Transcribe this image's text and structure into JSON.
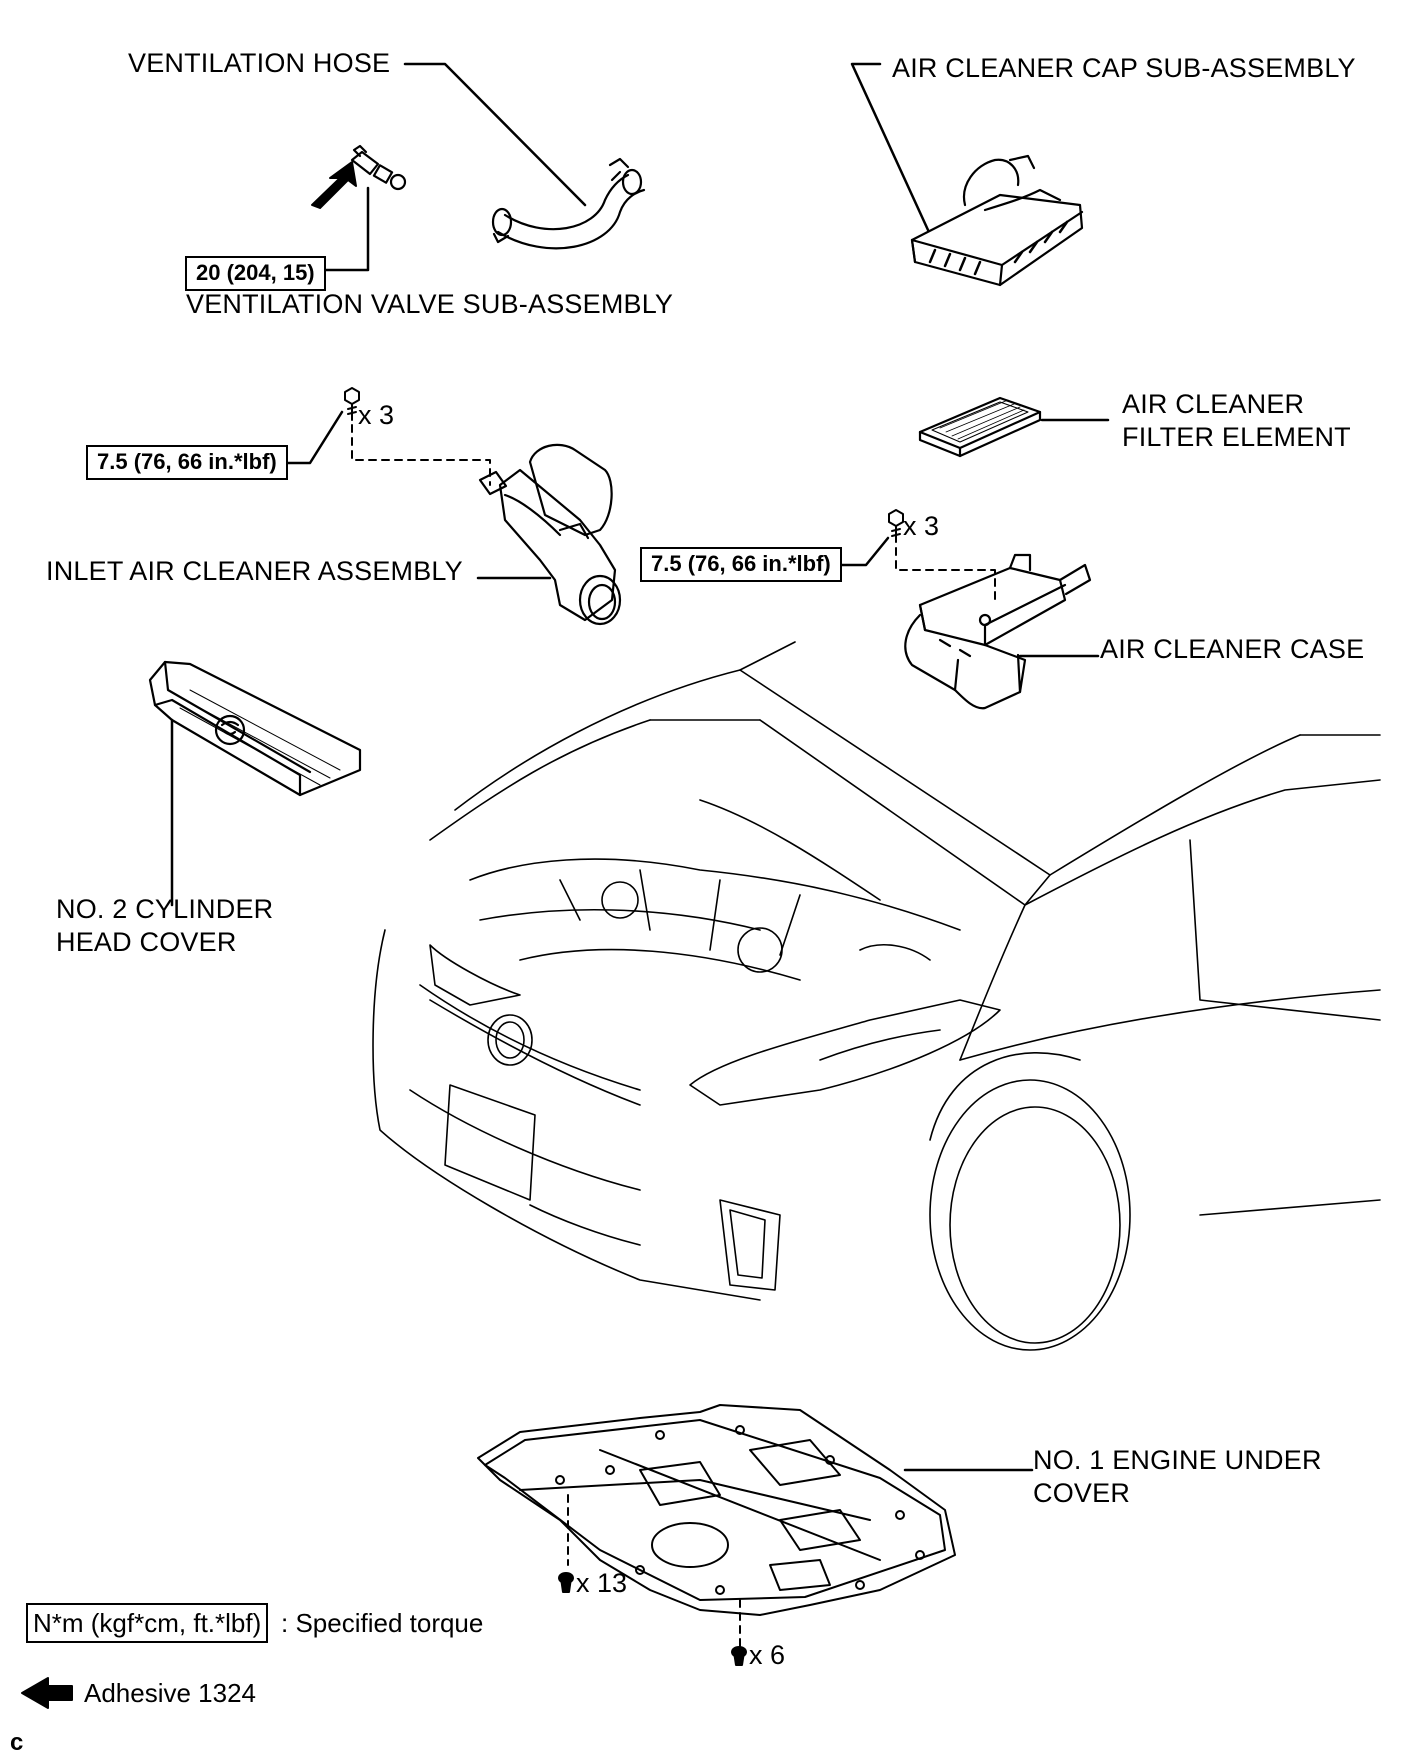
{
  "labels": {
    "ventilation_hose": "VENTILATION HOSE",
    "air_cleaner_cap": "AIR CLEANER CAP SUB-ASSEMBLY",
    "ventilation_valve": "VENTILATION VALVE SUB-ASSEMBLY",
    "air_cleaner_filter_1": "AIR CLEANER",
    "air_cleaner_filter_2": "FILTER ELEMENT",
    "inlet_air_cleaner": "INLET AIR CLEANER ASSEMBLY",
    "air_cleaner_case": "AIR CLEANER CASE",
    "cylinder_head_cover_1": "NO. 2 CYLINDER",
    "cylinder_head_cover_2": "HEAD COVER",
    "engine_under_cover_1": "NO. 1 ENGINE UNDER",
    "engine_under_cover_2": "COVER"
  },
  "torques": {
    "ventilation_valve": "20 (204, 15)",
    "inlet_air_cleaner": "7.5 (76, 66 in.*lbf)",
    "air_cleaner_case": "7.5 (76, 66 in.*lbf)"
  },
  "quantities": {
    "inlet_bolts": "x 3",
    "case_bolts": "x 3",
    "under_cover_clips": "x 13",
    "under_cover_bolts": "x 6"
  },
  "legend": {
    "torque_unit": "N*m (kgf*cm, ft.*lbf)",
    "torque_desc": ": Specified torque",
    "adhesive": "Adhesive 1324"
  },
  "corner_mark": "c"
}
